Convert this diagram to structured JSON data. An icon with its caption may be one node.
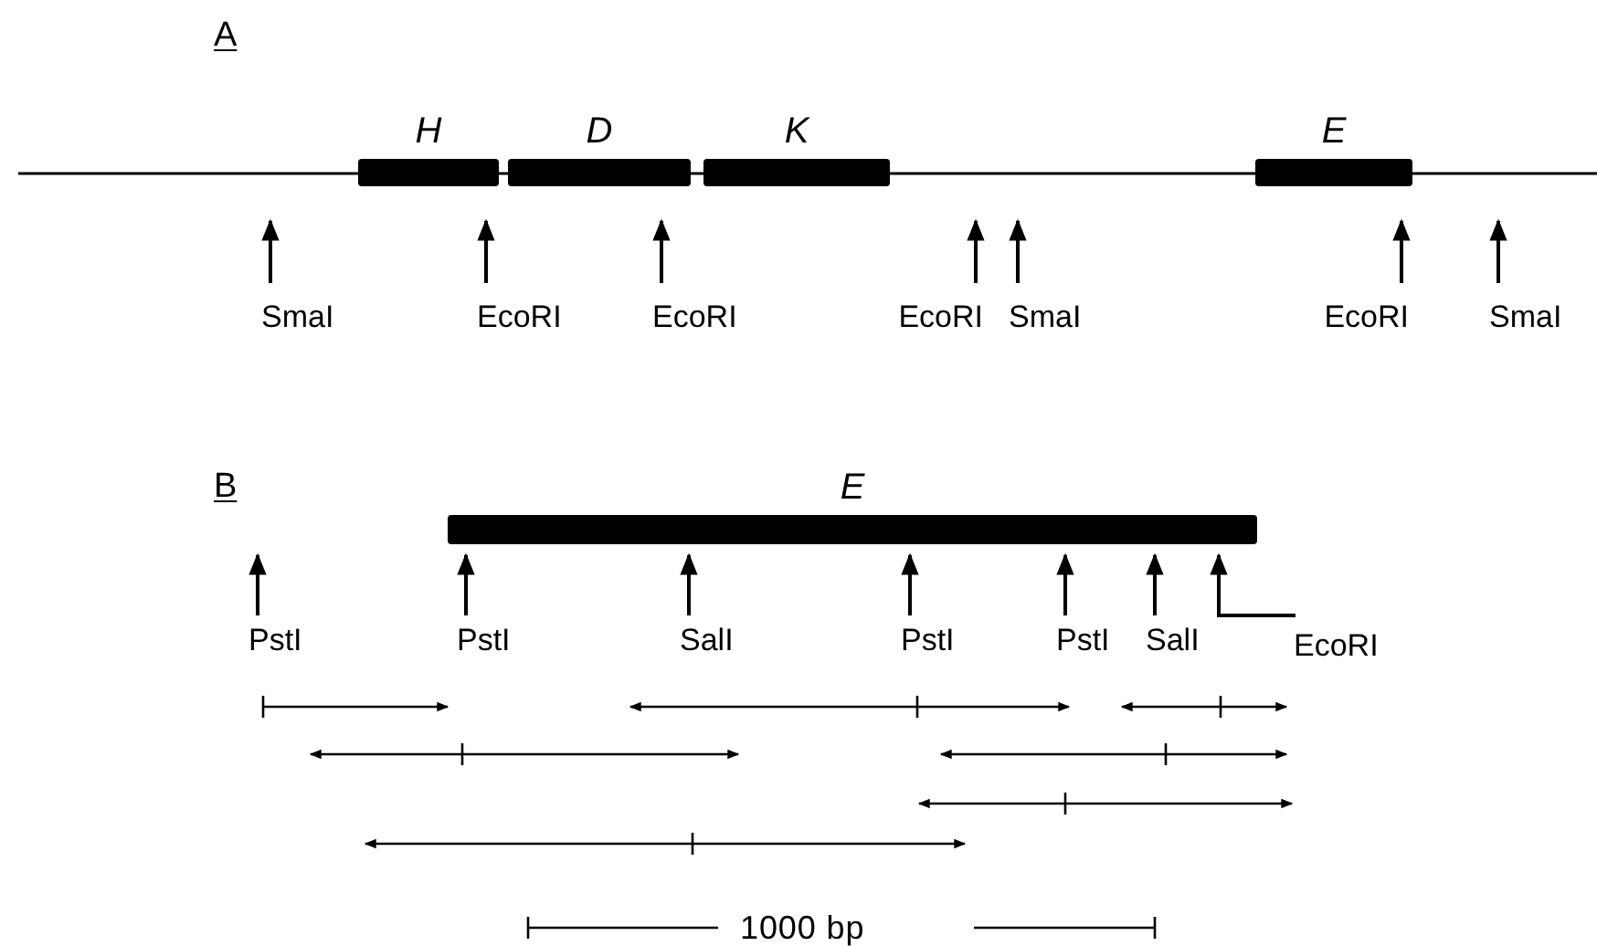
{
  "diagram": {
    "nodes": [
      {
        "text": [
          "H"
        ]
      },
      {
        "text": [
          "D"
        ]
      },
      {
        "text": [
          "K"
        ]
      },
      {
        "text": [
          "E"
        ]
      },
      {
        "text": [
          "SmaI"
        ]
      },
      {
        "text": [
          "EcoRI"
        ]
      },
      {
        "text": [
          "EcoRI"
        ]
      },
      {
        "text": [
          "EcoRI"
        ]
      },
      {
        "text": [
          "SmaI"
        ]
      },
      {
        "text": [
          "EcoRI"
        ]
      },
      {
        "text": [
          "SmaI"
        ]
      },
      {
        "text": [
          "E"
        ]
      },
      {
        "text": [
          "PstI"
        ]
      },
      {
        "text": [
          "PstI"
        ]
      },
      {
        "text": [
          "SalI"
        ]
      },
      {
        "text": [
          "PstI"
        ]
      },
      {
        "text": [
          "PstI"
        ]
      },
      {
        "text": [
          "SalI"
        ]
      },
      {
        "text": [
          "EcoRI"
        ]
      }
    ],
    "edges": [
      {
        "from": 4,
        "to": null,
        "arrow": "to"
      },
      {
        "from": 5,
        "to": 0,
        "arrow": "to"
      },
      {
        "from": 6,
        "to": 1,
        "arrow": "to"
      },
      {
        "from": 7,
        "to": null,
        "arrow": "to"
      },
      {
        "from": 8,
        "to": null,
        "arrow": "to"
      },
      {
        "from": 9,
        "to": 3,
        "arrow": "to"
      },
      {
        "from": 10,
        "to": null,
        "arrow": "to"
      },
      {
        "from": 12,
        "to": null,
        "arrow": "to"
      },
      {
        "from": 13,
        "to": 11,
        "arrow": "to"
      },
      {
        "from": 14,
        "to": 11,
        "arrow": "to"
      },
      {
        "from": 15,
        "to": 11,
        "arrow": "to"
      },
      {
        "from": 16,
        "to": 11,
        "arrow": "to"
      },
      {
        "from": 17,
        "to": 11,
        "arrow": "to"
      },
      {
        "from": 18,
        "to": 11,
        "arrow": "to"
      }
    ],
    "labels": [
      "A",
      "B",
      "1000 bp"
    ]
  }
}
